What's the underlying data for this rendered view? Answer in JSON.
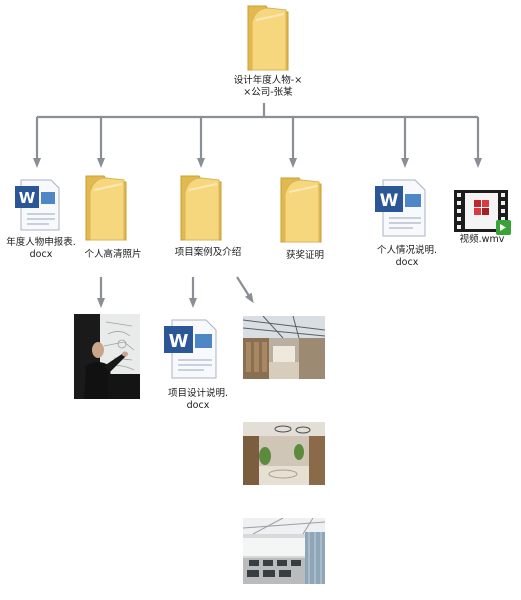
{
  "root": {
    "label": "设计年度人物-×\n×公司-张某",
    "icon": "folder-icon"
  },
  "children": [
    {
      "label": "年度人物申报表.\ndocx",
      "icon": "word-document-icon"
    },
    {
      "label": "个人高清照片",
      "icon": "folder-icon"
    },
    {
      "label": "项目案例及介绍",
      "icon": "folder-icon"
    },
    {
      "label": "获奖证明",
      "icon": "folder-icon"
    },
    {
      "label": "个人情况说明.\ndocx",
      "icon": "word-document-icon"
    },
    {
      "label": "视频.wmv",
      "icon": "video-file-icon"
    }
  ],
  "photos_children": [
    {
      "icon": "portrait-photo"
    }
  ],
  "projects_children": [
    {
      "label": "项目设计说明.\ndocx",
      "icon": "word-document-icon"
    },
    {
      "icon": "project-photo-atrium"
    },
    {
      "icon": "project-photo-interior"
    },
    {
      "icon": "project-photo-office"
    }
  ],
  "colors": {
    "connector": "#8a8f96",
    "folder_front": "#f6d77e",
    "folder_back": "#e2b94e",
    "word_blue": "#2b5797"
  }
}
